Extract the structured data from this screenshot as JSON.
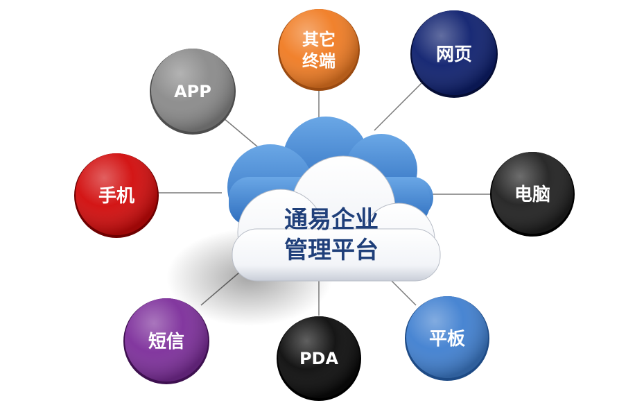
{
  "center": {
    "label_line1": "通易企业",
    "label_line2": "管理平台"
  },
  "nodes": [
    {
      "key": "other",
      "label_line1": "其它",
      "label_line2": "终端",
      "color": "#f07b22"
    },
    {
      "key": "web",
      "label_line1": "网页",
      "label_line2": "",
      "color": "#0d1f6e"
    },
    {
      "key": "app",
      "label_line1": "APP",
      "label_line2": "",
      "color": "#8a8a8a"
    },
    {
      "key": "computer",
      "label_line1": "电脑",
      "label_line2": "",
      "color": "#1f1f1f"
    },
    {
      "key": "mobile",
      "label_line1": "手机",
      "label_line2": "",
      "color": "#d10a0a"
    },
    {
      "key": "sms",
      "label_line1": "短信",
      "label_line2": "",
      "color": "#7c2d9a"
    },
    {
      "key": "pda",
      "label_line1": "PDA",
      "label_line2": "",
      "color": "#0a0a0a"
    },
    {
      "key": "tablet",
      "label_line1": "平板",
      "label_line2": "",
      "color": "#3f7fd0"
    }
  ]
}
